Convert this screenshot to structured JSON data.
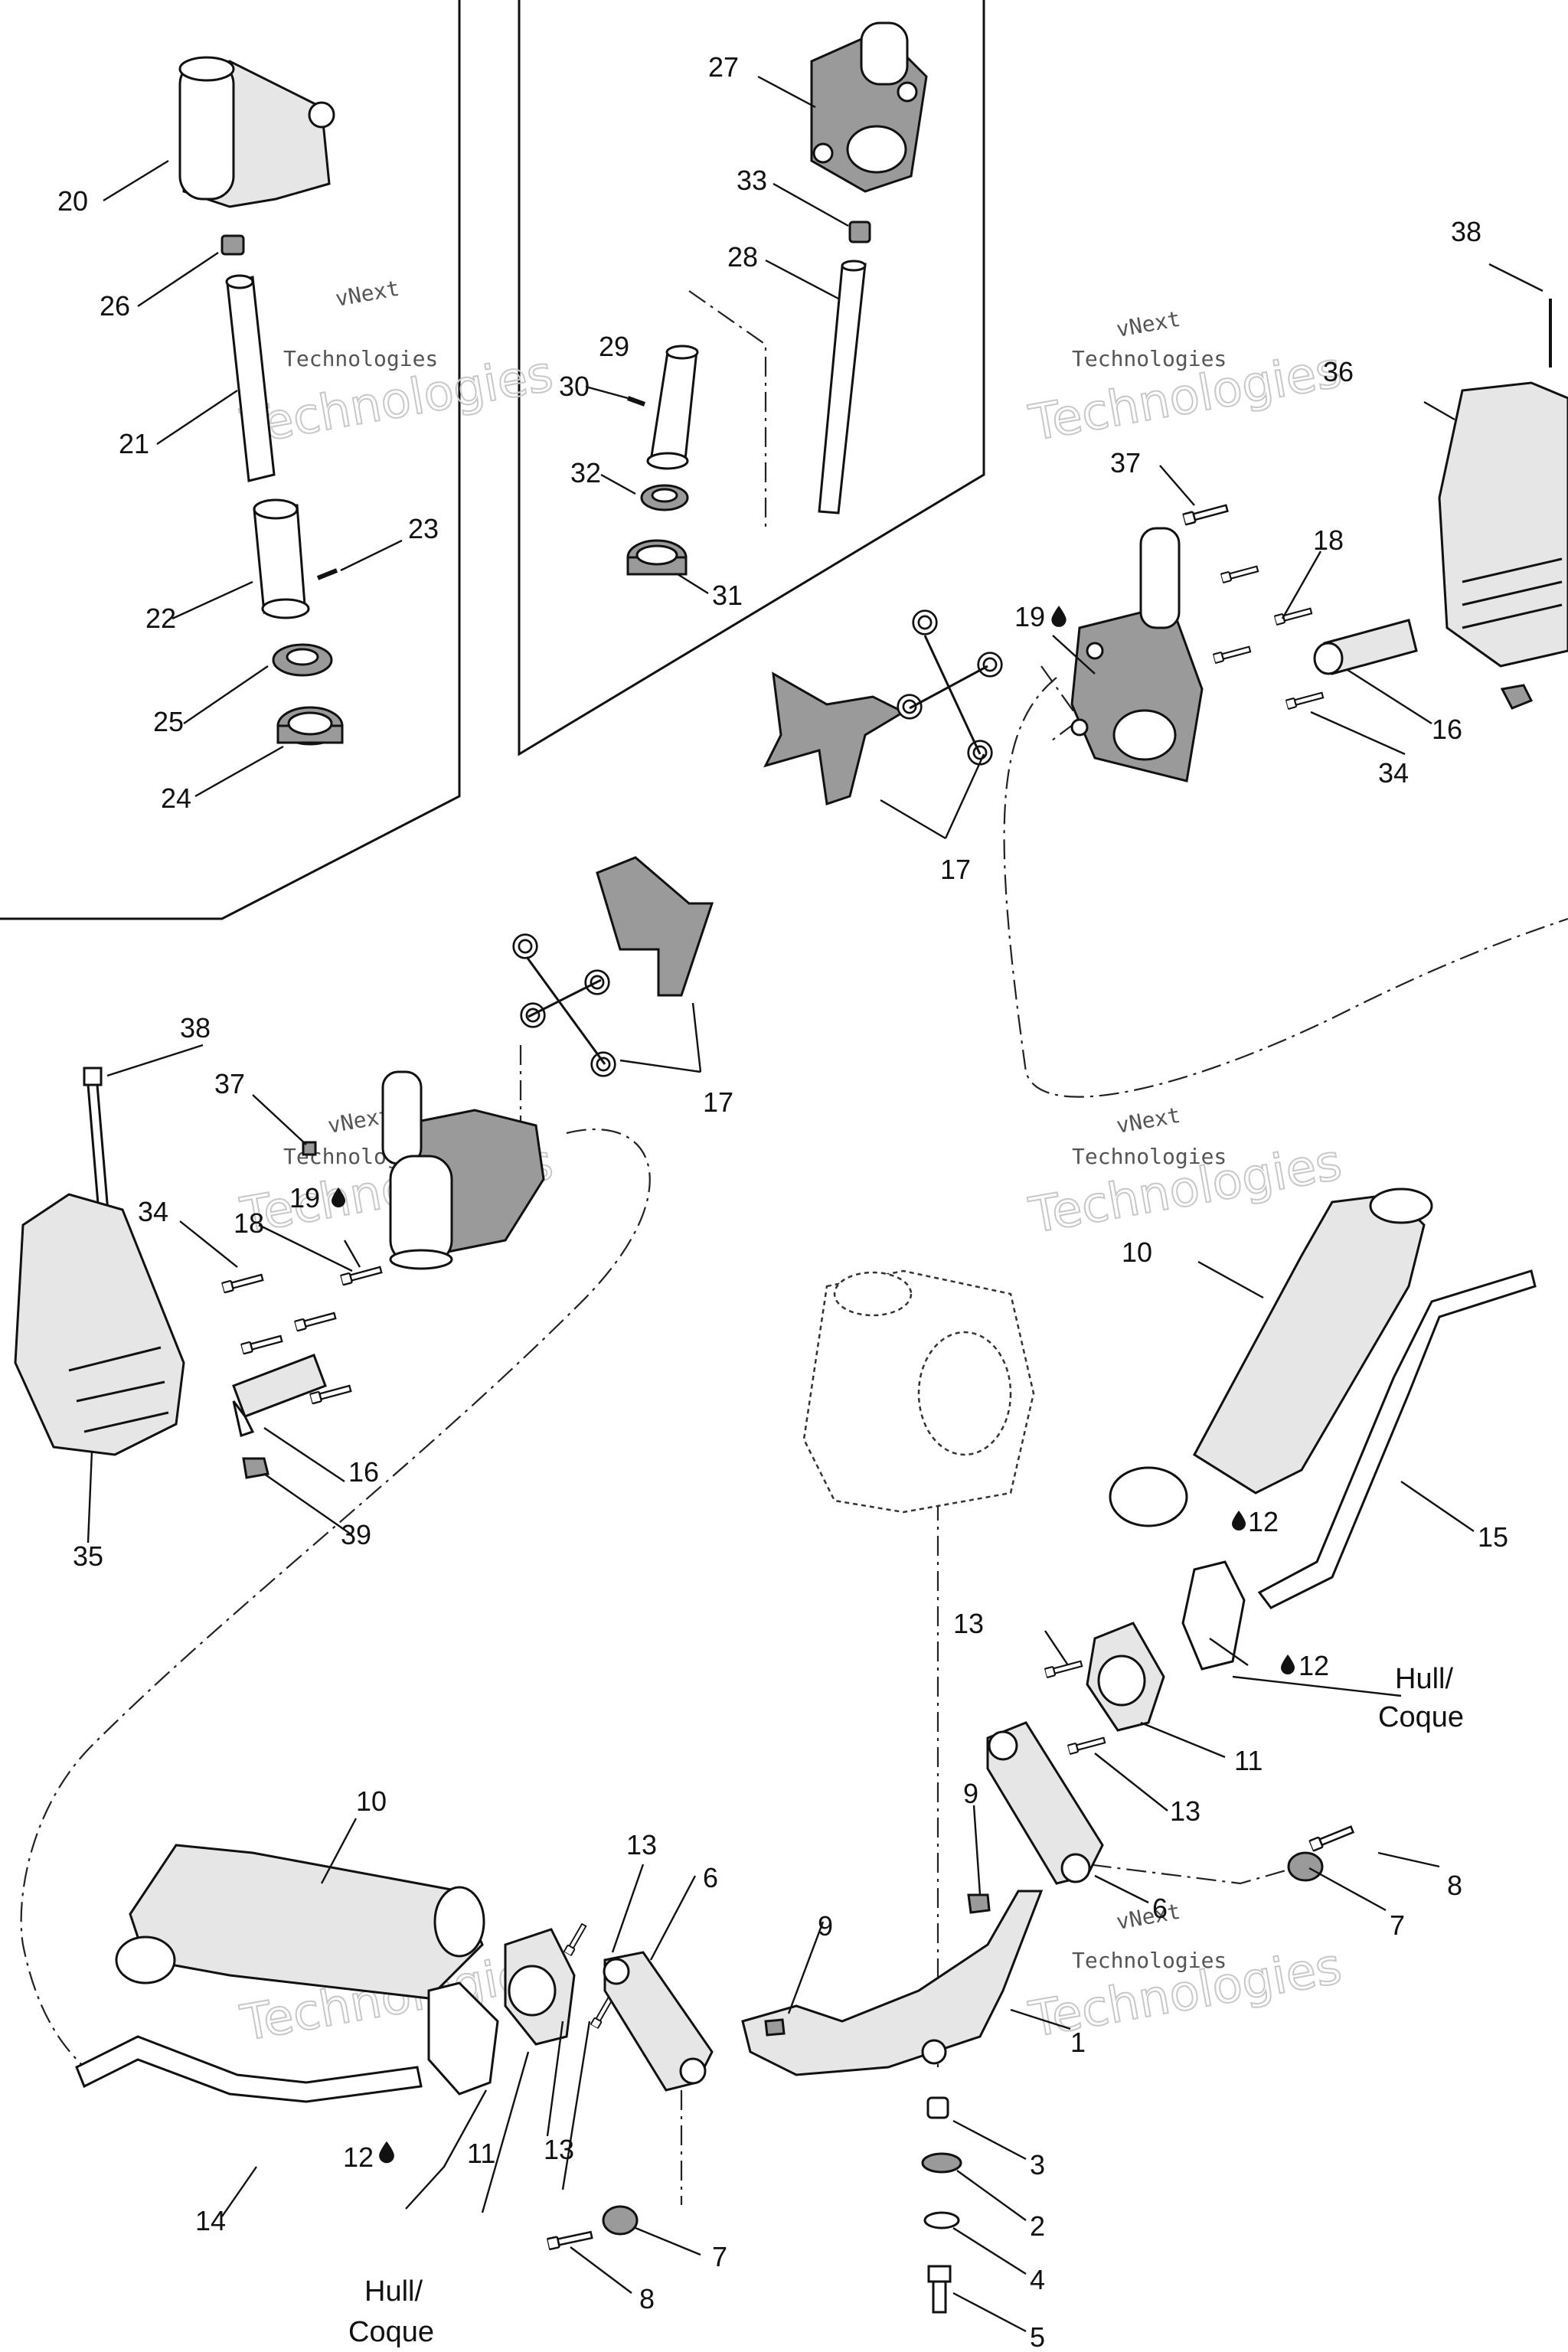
{
  "watermarks": [
    {
      "line1": "vNext",
      "line2": "Technologies",
      "line3": "Technologies"
    }
  ],
  "callouts": {
    "n1": "1",
    "n2": "2",
    "n3": "3",
    "n4": "4",
    "n5": "5",
    "n6": "6",
    "n7": "7",
    "n8": "8",
    "n9": "9",
    "n10": "10",
    "n11": "11",
    "n12": "12",
    "n13": "13",
    "n14": "14",
    "n15": "15",
    "n16": "16",
    "n17": "17",
    "n18": "18",
    "n19": "19",
    "n20": "20",
    "n21": "21",
    "n22": "22",
    "n23": "23",
    "n24": "24",
    "n25": "25",
    "n26": "26",
    "n27": "27",
    "n28": "28",
    "n29": "29",
    "n30": "30",
    "n31": "31",
    "n32": "32",
    "n33": "33",
    "n34": "34",
    "n35": "35",
    "n36": "36",
    "n37": "37",
    "n38": "38",
    "n39": "39"
  },
  "hull_note": {
    "line1": "Hull/",
    "line2": "Coque"
  },
  "icons": {
    "sealant": "drop-icon"
  }
}
